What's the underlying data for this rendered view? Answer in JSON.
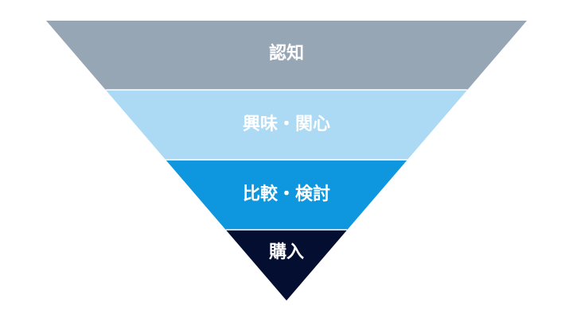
{
  "funnel": {
    "stages": [
      {
        "label": "認知",
        "color": "#97a6b5"
      },
      {
        "label": "興味・関心",
        "color": "#acdaf4"
      },
      {
        "label": "比較・検討",
        "color": "#0e96de"
      },
      {
        "label": "購入",
        "color": "#040e31"
      }
    ],
    "separator_color": "#ffffff"
  }
}
